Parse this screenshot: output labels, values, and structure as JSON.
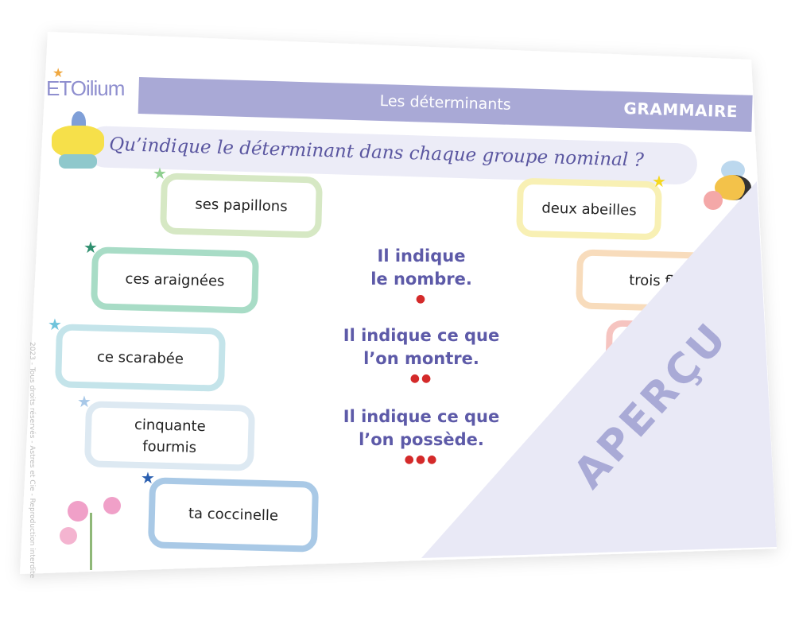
{
  "logo": {
    "text": "ETOilium"
  },
  "header": {
    "title": "Les déterminants",
    "subject": "GRAMMAIRE"
  },
  "question": "Qu’indique le déterminant dans chaque groupe nominal ?",
  "left_cards": [
    {
      "text": "ses papillons",
      "color": "#d6e8c4",
      "star_color": "#8fcf8f"
    },
    {
      "text": "ces araignées",
      "color": "#a8dcc6",
      "star_color": "#2f8f6f"
    },
    {
      "text": "ce scarabée",
      "color": "#c4e4ea",
      "star_color": "#6fc4dc"
    },
    {
      "text": "cinquante fourmis",
      "color": "#dde9f2",
      "star_color": "#a8c8e8"
    },
    {
      "text": "ta coccinelle",
      "color": "#a9c9e6",
      "star_color": "#2a5fb0"
    }
  ],
  "right_cards": [
    {
      "text": "deux abeilles",
      "color": "#f8f0b4",
      "star_color": "#f5d820"
    },
    {
      "text": "trois fle",
      "color": "#f8dcbc"
    },
    {
      "text": "",
      "color": "#f6c4c0"
    }
  ],
  "options": [
    {
      "line1": "Il indique",
      "line2": "le nombre.",
      "dots": "●"
    },
    {
      "line1": "Il indique ce que",
      "line2": "l’on montre.",
      "dots": "●●"
    },
    {
      "line1": "Il indique ce que",
      "line2": "l’on possède.",
      "dots": "●●●"
    }
  ],
  "watermark": "APERÇU",
  "copyright": "2023 - Tous droits réservés - Astres et Cie - Reproduction interdite",
  "colors": {
    "accent": "#a9a9d6",
    "text_accent": "#5d5aa8",
    "dot": "#d42a2a"
  }
}
